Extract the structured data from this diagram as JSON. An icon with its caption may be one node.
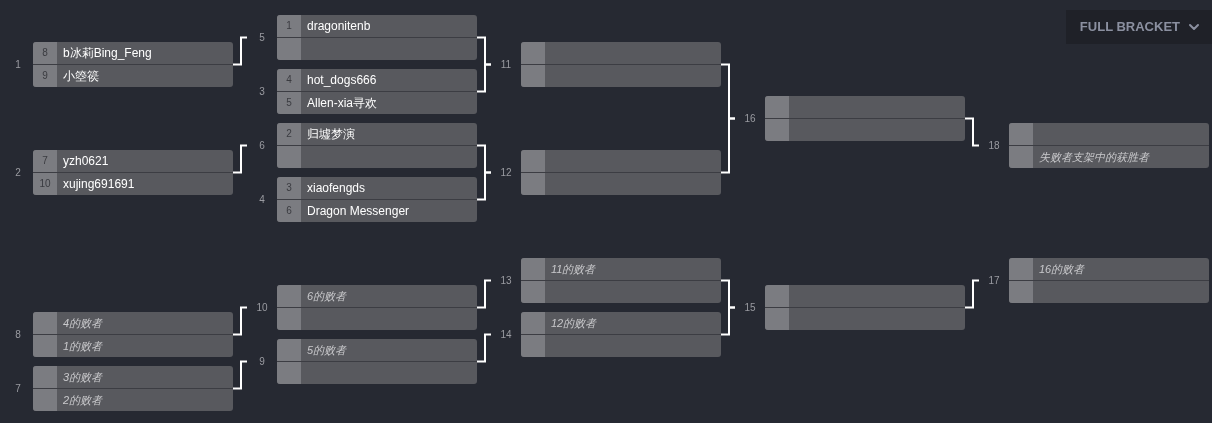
{
  "diagram": {
    "nodes": [
      {
        "text": [],
        "shape": "box",
        "beside": [
          "1"
        ]
      },
      {
        "text": [
          "8",
          "b冰莉Bing_Feng"
        ],
        "in": 0
      },
      {
        "text": [
          "9",
          "小箜篌"
        ],
        "in": 0
      },
      {
        "text": [],
        "shape": "box",
        "beside": [
          "2"
        ]
      },
      {
        "text": [
          "7",
          "yzh0621"
        ],
        "in": 3
      },
      {
        "text": [
          "10",
          "xujing691691"
        ],
        "in": 3
      },
      {
        "text": [],
        "shape": "box",
        "beside": [
          "8"
        ]
      },
      {
        "text": [
          "4的败者"
        ],
        "in": 6
      },
      {
        "text": [
          "1的败者"
        ],
        "in": 6
      },
      {
        "text": [],
        "shape": "box",
        "beside": [
          "7"
        ]
      },
      {
        "text": [
          "3的败者"
        ],
        "in": 9
      },
      {
        "text": [
          "2的败者"
        ],
        "in": 9
      },
      {
        "text": [],
        "shape": "box",
        "beside": [
          "5"
        ]
      },
      {
        "text": [
          "1",
          "dragonitenb"
        ],
        "in": 12
      },
      {
        "text": [],
        "shape": "box",
        "in": 12
      },
      {
        "text": [],
        "shape": "box",
        "beside": [
          "3"
        ]
      },
      {
        "text": [
          "4",
          "hot_dogs666"
        ],
        "in": 15
      },
      {
        "text": [
          "5",
          "Allen-xia寻欢"
        ],
        "in": 15
      },
      {
        "text": [],
        "shape": "box",
        "beside": [
          "6"
        ]
      },
      {
        "text": [
          "2",
          "归墟梦演"
        ],
        "in": 18
      },
      {
        "text": [],
        "shape": "box",
        "in": 18
      },
      {
        "text": [],
        "shape": "box",
        "beside": [
          "4"
        ]
      },
      {
        "text": [
          "3",
          "xiaofengds"
        ],
        "in": 21
      },
      {
        "text": [
          "6",
          "Dragon Messenger"
        ],
        "in": 21
      },
      {
        "text": [],
        "shape": "box",
        "beside": [
          "10"
        ]
      },
      {
        "text": [
          "6的败者"
        ],
        "in": 24
      },
      {
        "text": [],
        "shape": "box",
        "in": 24
      },
      {
        "text": [],
        "shape": "box",
        "beside": [
          "9"
        ]
      },
      {
        "text": [
          "5的败者"
        ],
        "in": 27
      },
      {
        "text": [],
        "shape": "box",
        "in": 27
      },
      {
        "text": [],
        "shape": "box",
        "beside": [
          "11"
        ]
      },
      {
        "text": [],
        "shape": "box",
        "in": 30
      },
      {
        "text": [],
        "shape": "box",
        "in": 30
      },
      {
        "text": [],
        "shape": "box",
        "beside": [
          "12"
        ]
      },
      {
        "text": [],
        "shape": "box",
        "in": 33
      },
      {
        "text": [],
        "shape": "box",
        "in": 33
      },
      {
        "text": [],
        "shape": "box",
        "beside": [
          "13"
        ]
      },
      {
        "text": [
          "11的败者"
        ],
        "in": 36
      },
      {
        "text": [],
        "shape": "box",
        "in": 36
      },
      {
        "text": [],
        "shape": "box",
        "beside": [
          "14"
        ]
      },
      {
        "text": [
          "12的败者"
        ],
        "in": 39
      },
      {
        "text": [],
        "shape": "box",
        "in": 39
      },
      {
        "text": [],
        "shape": "box",
        "beside": [
          "16"
        ]
      },
      {
        "text": [],
        "shape": "box",
        "in": 42
      },
      {
        "text": [],
        "shape": "box",
        "in": 42
      },
      {
        "text": [],
        "shape": "box",
        "beside": [
          "15"
        ]
      },
      {
        "text": [],
        "shape": "box",
        "in": 45
      },
      {
        "text": [],
        "shape": "box",
        "in": 45
      },
      {
        "text": [],
        "shape": "box",
        "beside": [
          "18"
        ]
      },
      {
        "text": [],
        "shape": "box",
        "in": 48
      },
      {
        "text": [
          "失败者支架中的获胜者"
        ],
        "in": 48
      },
      {
        "text": [],
        "shape": "box",
        "beside": [
          "17"
        ]
      },
      {
        "text": [
          "16的败者"
        ],
        "in": 51
      },
      {
        "text": [],
        "shape": "box",
        "in": 51
      }
    ],
    "edges": [
      {
        "from": 0,
        "to": 12,
        "arrow": "none"
      },
      {
        "from": 3,
        "to": 18,
        "arrow": "none"
      },
      {
        "from": 12,
        "to": 30,
        "arrow": "none"
      },
      {
        "from": 15,
        "to": 30,
        "arrow": "none"
      },
      {
        "from": 18,
        "to": 33,
        "arrow": "none"
      },
      {
        "from": 21,
        "to": 33,
        "arrow": "none"
      },
      {
        "from": 30,
        "to": 42,
        "arrow": "none"
      },
      {
        "from": 33,
        "to": 42,
        "arrow": "none"
      },
      {
        "from": 42,
        "to": 48,
        "arrow": "none"
      },
      {
        "from": 6,
        "to": 24,
        "arrow": "none"
      },
      {
        "from": 9,
        "to": 27,
        "arrow": "none"
      },
      {
        "from": 24,
        "to": 36,
        "arrow": "none"
      },
      {
        "from": 27,
        "to": 39,
        "arrow": "none"
      },
      {
        "from": 36,
        "to": 45,
        "arrow": "none"
      },
      {
        "from": 39,
        "to": 45,
        "arrow": "none"
      },
      {
        "from": 45,
        "to": 51,
        "arrow": "none"
      }
    ],
    "labels": [
      "FULL BRACKET"
    ]
  }
}
